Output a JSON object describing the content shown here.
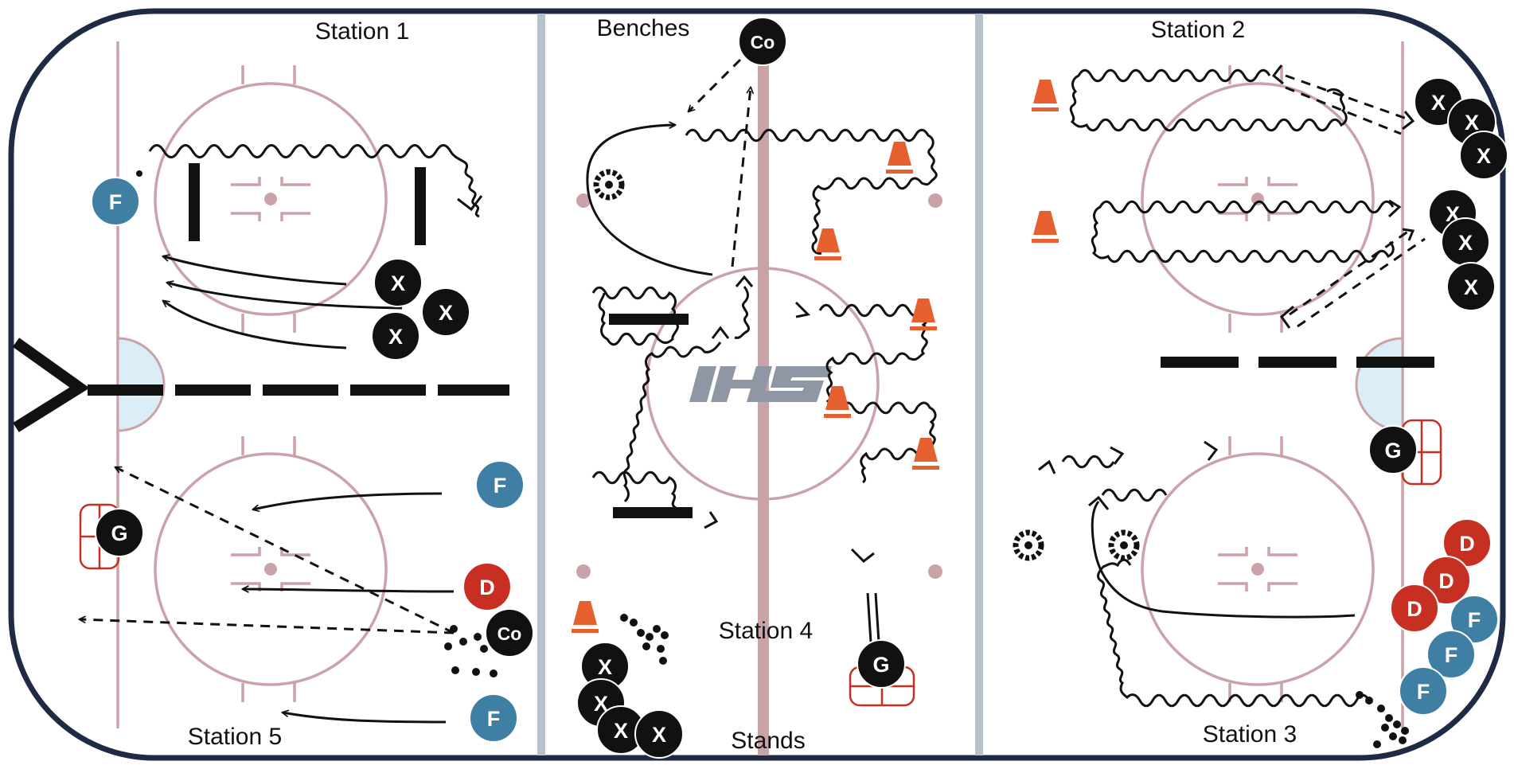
{
  "labels": {
    "station_1": "Station 1",
    "station_2": "Station 2",
    "station_3": "Station 3",
    "station_4": "Station 4",
    "station_5": "Station 5",
    "benches": "Benches",
    "stands": "Stands",
    "logo": "IHS"
  },
  "tokens": {
    "player": "X",
    "forward": "F",
    "defense": "D",
    "goalie": "G",
    "coach": "Co",
    "player_alt": "X"
  },
  "colors": {
    "board": "#1f2a44",
    "rink_lines": "#c9a3a8",
    "center_line": "#c9a3a8",
    "blue_lines": "#b8c0ca",
    "crease": "#dbeef7",
    "player": "#111111",
    "forward": "#3f7fa3",
    "defense": "#c62f22",
    "cone": "#e5602e",
    "net": "#c62f22",
    "logo": "#8e97a3"
  }
}
